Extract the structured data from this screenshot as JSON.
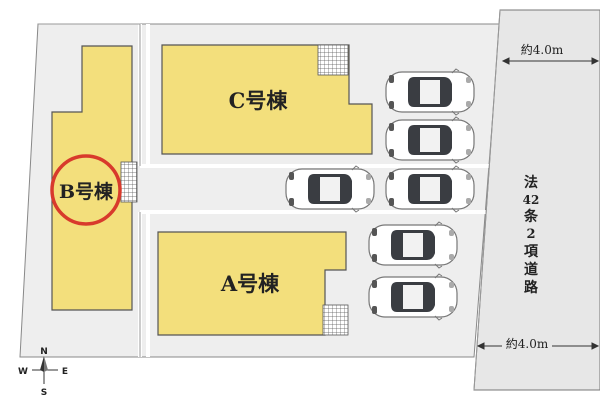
{
  "buildings": {
    "a": {
      "label": "A号棟",
      "fill": "#f3df7c"
    },
    "b": {
      "label": "B号棟",
      "fill": "#f3df7c"
    },
    "c": {
      "label": "C号棟",
      "fill": "#f3df7c"
    }
  },
  "road": {
    "label_chars": [
      "法",
      "42",
      "条",
      "2",
      "項",
      "道",
      "路"
    ],
    "width_top": "約4.0m",
    "width_bottom": "約4.0m",
    "fill": "#e7e7e7"
  },
  "compass": {
    "n": "N",
    "s": "S",
    "e": "E",
    "w": "W"
  },
  "colors": {
    "building": "#f3df7c",
    "lot": "#eeeeee",
    "highlight": "#d83a2c",
    "outline": "#666666"
  },
  "icons": {
    "car": "car-icon",
    "entrance": "entrance-grid-icon",
    "compass": "compass-icon"
  }
}
